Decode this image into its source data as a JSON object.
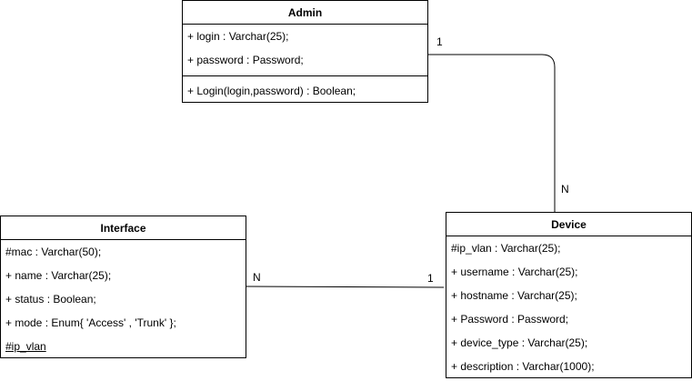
{
  "classes": {
    "admin": {
      "name": "Admin",
      "attributes": [
        "+ login : Varchar(25);",
        "+ password : Password;"
      ],
      "methods": [
        "+ Login(login,password) : Boolean;"
      ]
    },
    "interface": {
      "name": "Interface",
      "attributes": [
        "#mac : Varchar(50);",
        "+ name : Varchar(25);",
        "+ status : Boolean;",
        "+ mode : Enum{ 'Access' , 'Trunk' };",
        "#ip_vlan"
      ]
    },
    "device": {
      "name": "Device",
      "attributes": [
        "#ip_vlan : Varchar(25);",
        "+ username : Varchar(25);",
        "+ hostname : Varchar(25);",
        "+ Password : Password;",
        "+ device_type : Varchar(25);",
        "+ description : Varchar(1000);"
      ]
    }
  },
  "associations": {
    "admin_device": {
      "admin_multiplicity": "1",
      "device_multiplicity": "N"
    },
    "interface_device": {
      "interface_multiplicity": "N",
      "device_multiplicity": "1"
    }
  },
  "colors": {
    "stroke": "#000000",
    "fill": "#ffffff",
    "text": "#000000"
  }
}
